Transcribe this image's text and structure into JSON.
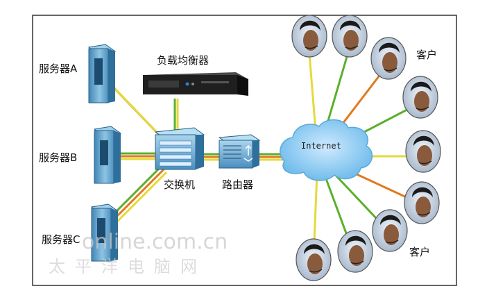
{
  "labels": {
    "server_a": "服务器A",
    "server_b": "服务器B",
    "server_c": "服务器C",
    "load_balancer": "负载均衡器",
    "switch": "交换机",
    "router": "路由器",
    "internet": "Internet",
    "client_top": "客户",
    "client_bottom": "客户"
  },
  "watermark": {
    "line1": "online.com.cn",
    "line2": "太平洋电脑网"
  },
  "colors": {
    "link_green": "#5ab02a",
    "link_yellow": "#e6d93a",
    "link_orange": "#e07a1c",
    "cloud": "#7ec4ef",
    "frame": "#333333"
  },
  "icons": [
    "server-tower-icon",
    "load-balancer-icon",
    "switch-icon",
    "router-icon",
    "cloud-icon",
    "client-avatar-icon"
  ]
}
